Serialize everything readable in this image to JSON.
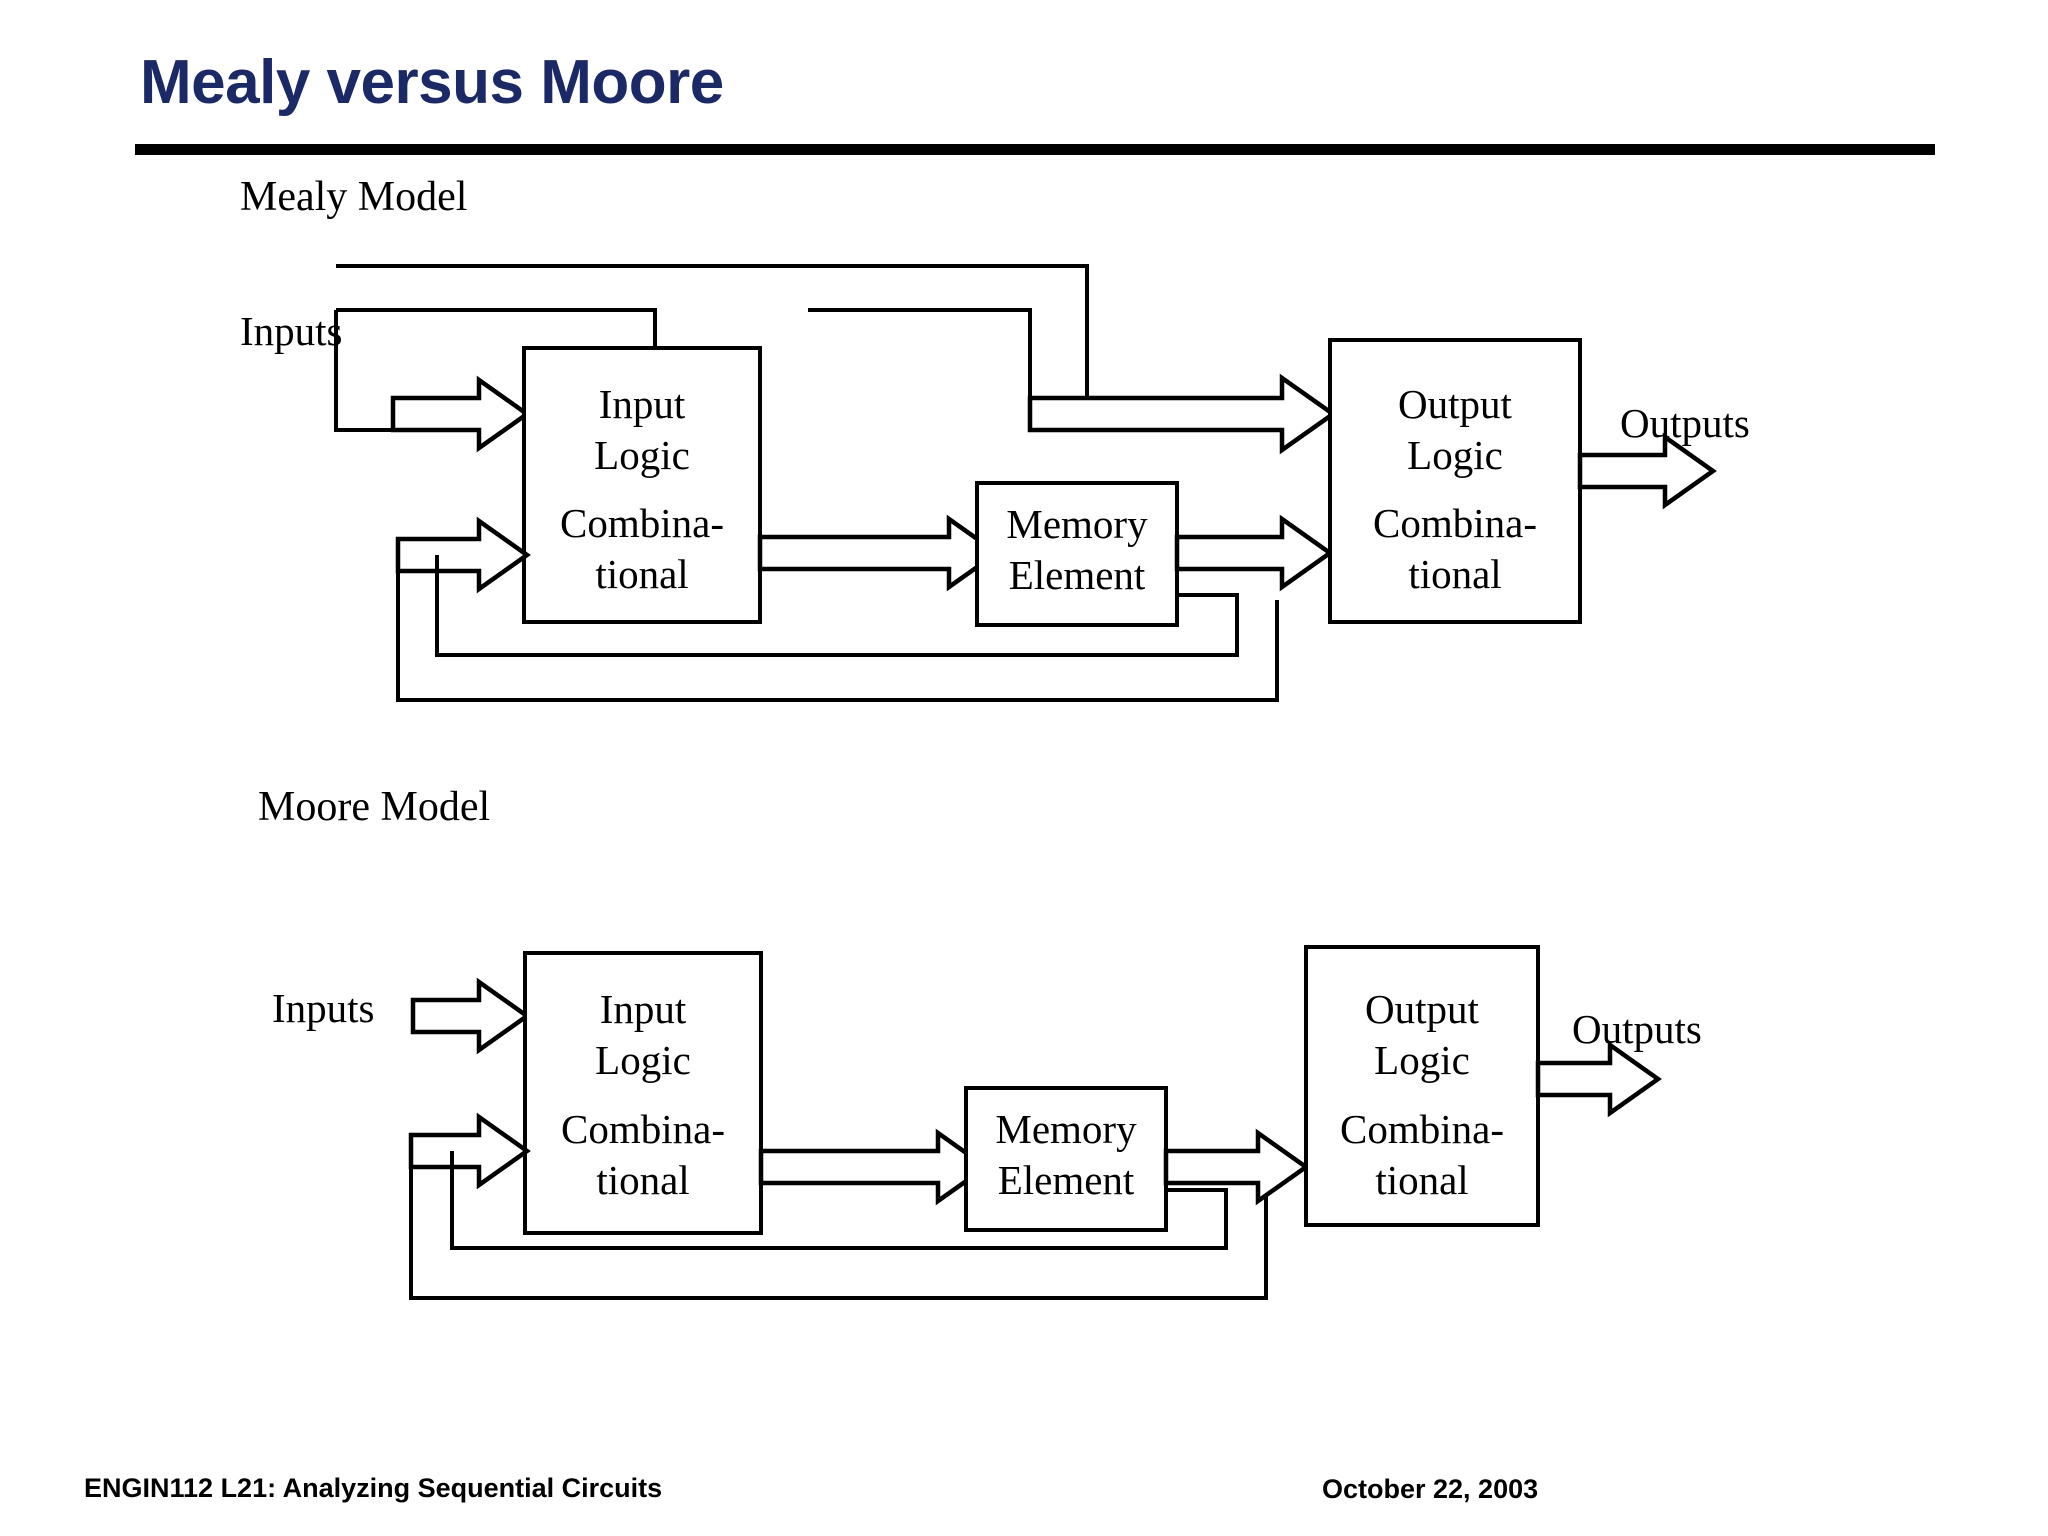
{
  "slide": {
    "title": "Mealy versus Moore",
    "title_color": "#1b2a66",
    "rule_color": "#000000",
    "background": "#ffffff"
  },
  "sections": {
    "mealy": {
      "label": "Mealy Model",
      "inputs_label": "Inputs",
      "outputs_label": "Outputs",
      "blocks": {
        "input_logic": {
          "line1": "Input",
          "line2": "Logic",
          "line3": "Combina-",
          "line4": "tional"
        },
        "memory": {
          "line1": "Memory",
          "line2": "Element"
        },
        "output_logic": {
          "line1": "Output",
          "line2": "Logic",
          "line3": "Combina-",
          "line4": "tional"
        }
      }
    },
    "moore": {
      "label": "Moore Model",
      "inputs_label": "Inputs",
      "outputs_label": "Outputs",
      "blocks": {
        "input_logic": {
          "line1": "Input",
          "line2": "Logic",
          "line3": "Combina-",
          "line4": "tional"
        },
        "memory": {
          "line1": "Memory",
          "line2": "Element"
        },
        "output_logic": {
          "line1": "Output",
          "line2": "Logic",
          "line3": "Combina-",
          "line4": "tional"
        }
      }
    }
  },
  "footer": {
    "course": "ENGIN112  L21: Analyzing Sequential Circuits",
    "date": "October 22, 2003"
  }
}
